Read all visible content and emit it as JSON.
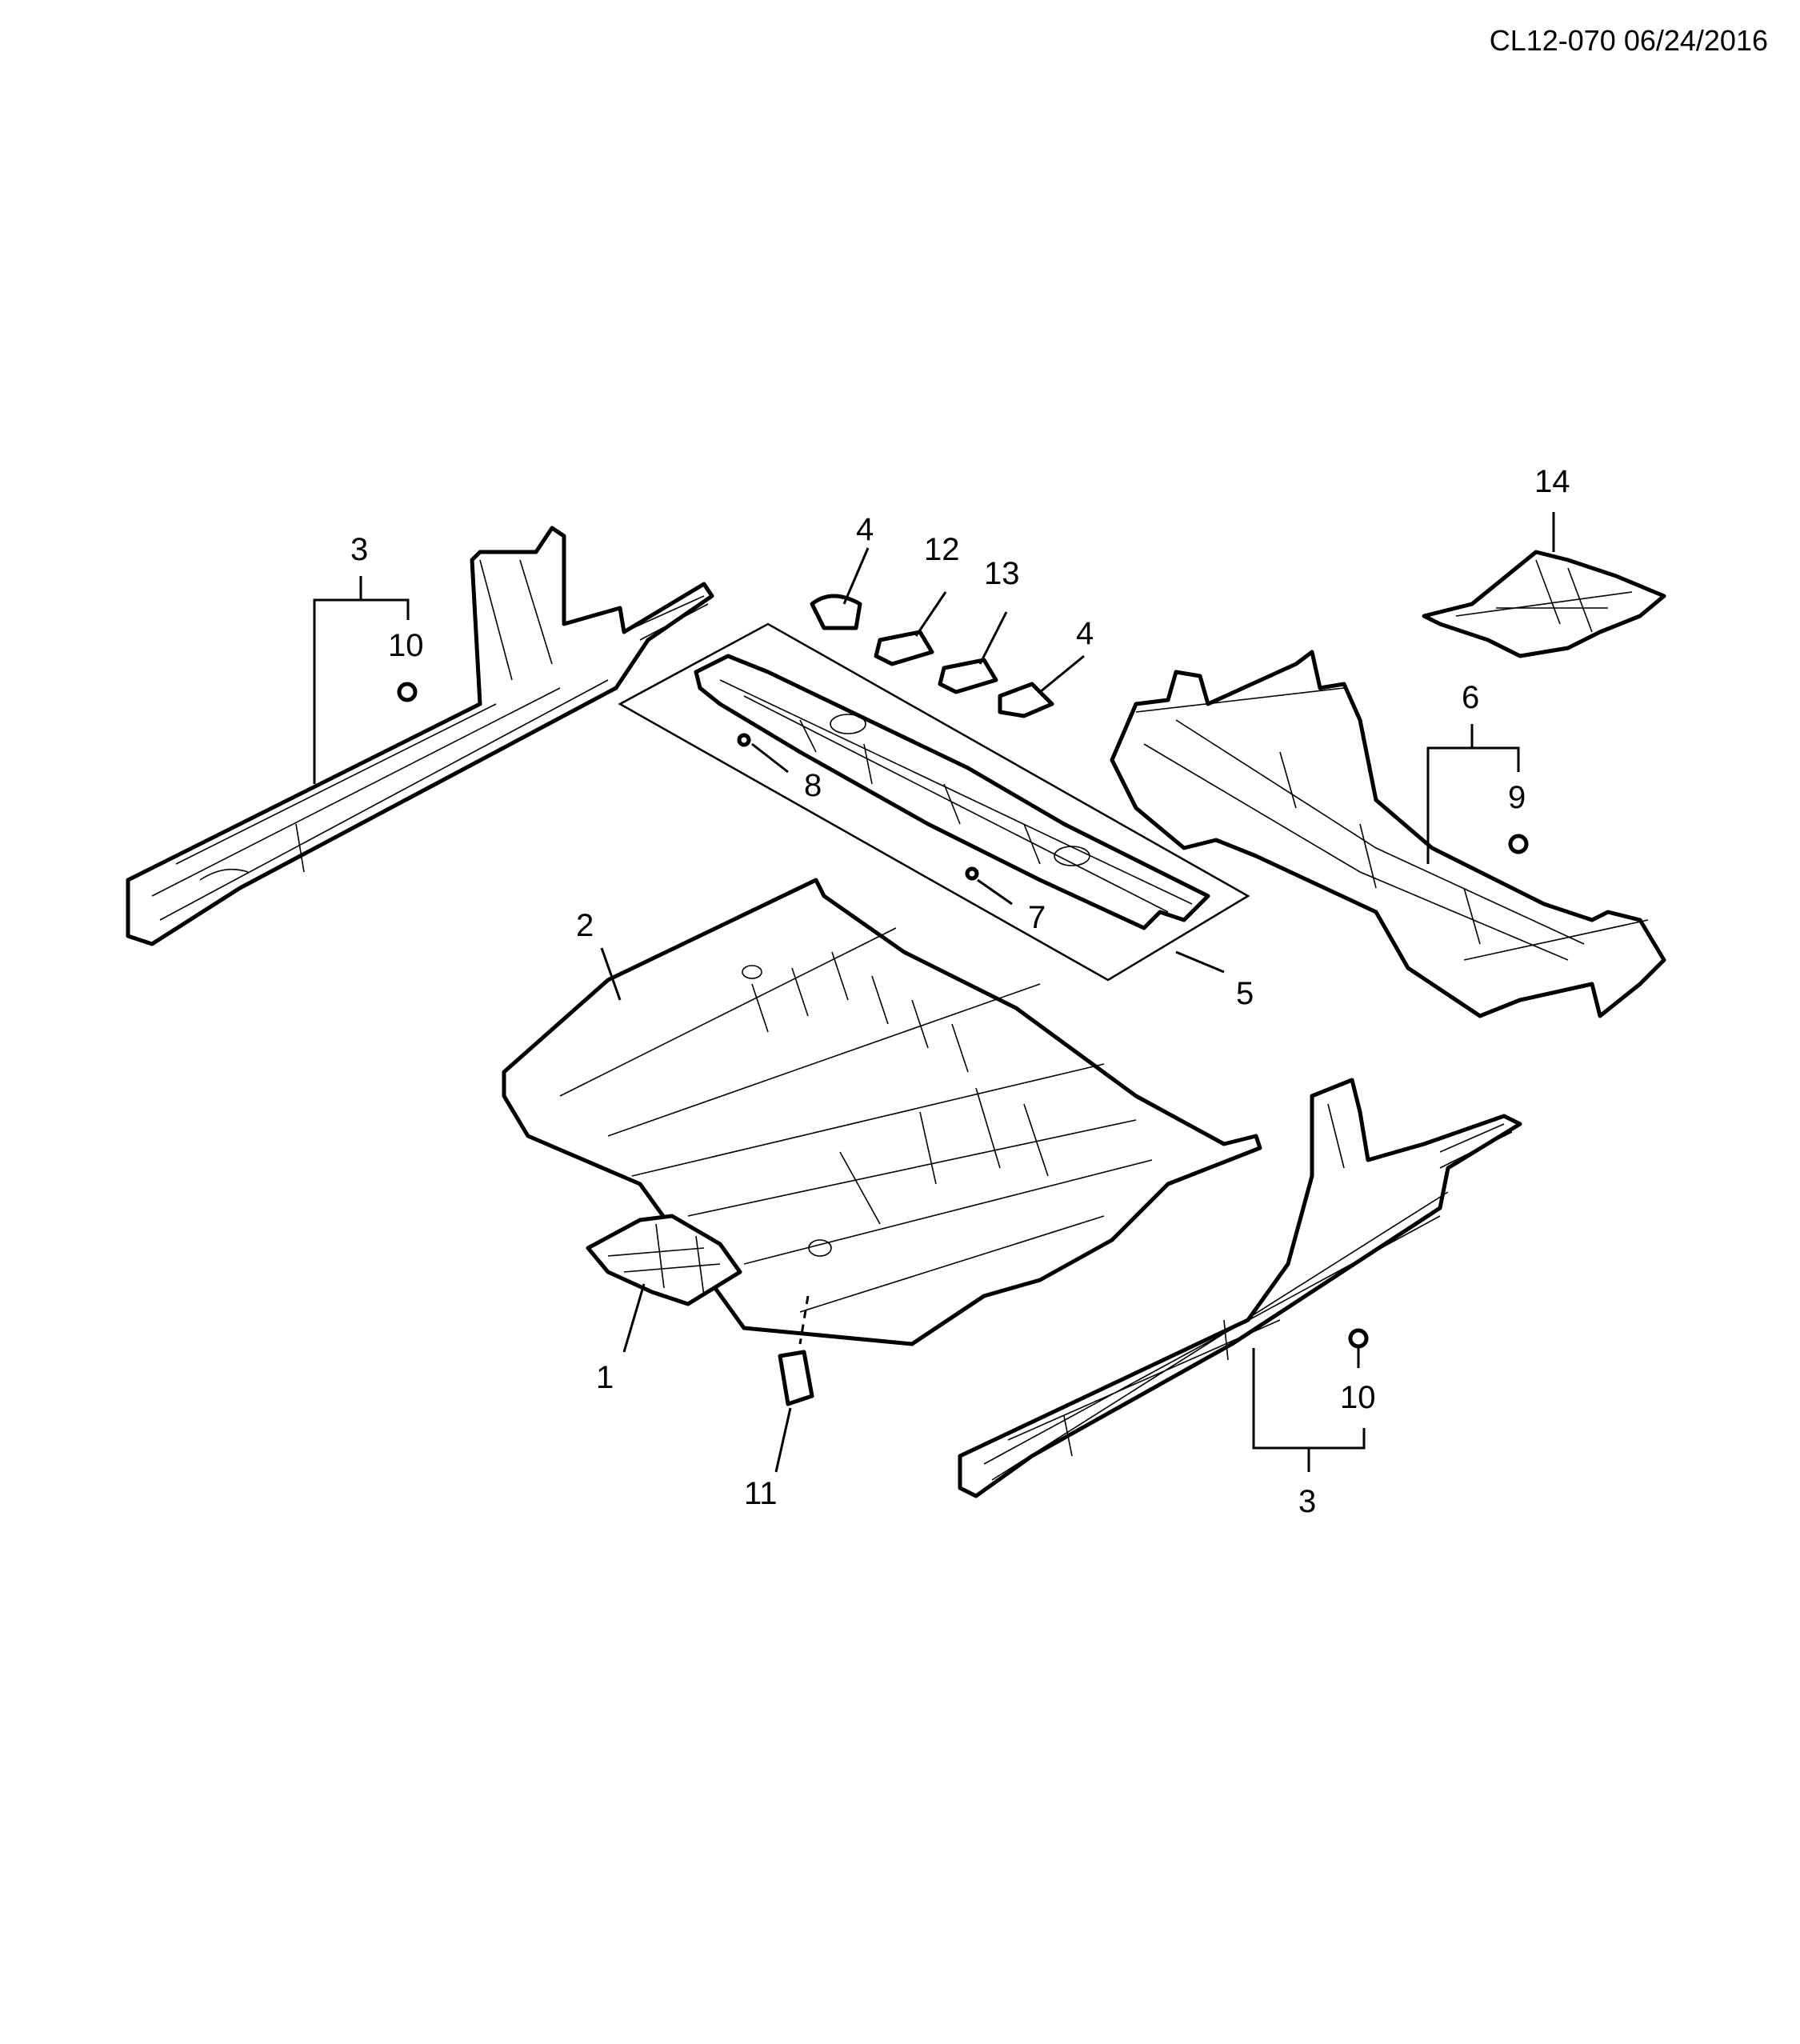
{
  "drawing": {
    "code": "CL12-070 06/24/2016"
  },
  "callouts": [
    {
      "id": "c1",
      "label": "1"
    },
    {
      "id": "c2",
      "label": "2"
    },
    {
      "id": "c3a",
      "label": "3"
    },
    {
      "id": "c3b",
      "label": "3"
    },
    {
      "id": "c4a",
      "label": "4"
    },
    {
      "id": "c4b",
      "label": "4"
    },
    {
      "id": "c5",
      "label": "5"
    },
    {
      "id": "c6",
      "label": "6"
    },
    {
      "id": "c7",
      "label": "7"
    },
    {
      "id": "c8",
      "label": "8"
    },
    {
      "id": "c9",
      "label": "9"
    },
    {
      "id": "c10a",
      "label": "10"
    },
    {
      "id": "c10b",
      "label": "10"
    },
    {
      "id": "c11",
      "label": "11"
    },
    {
      "id": "c12",
      "label": "12"
    },
    {
      "id": "c13",
      "label": "13"
    },
    {
      "id": "c14",
      "label": "14"
    }
  ]
}
